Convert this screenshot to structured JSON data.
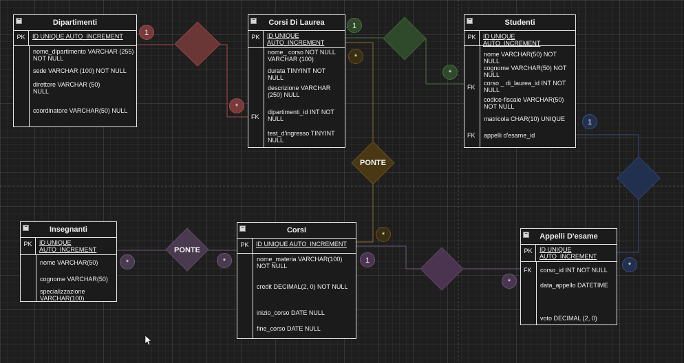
{
  "colors": {
    "background": "#1e1e1e",
    "entity_border": "#e6e6e6",
    "rel_dipartimenti": "#6b3636",
    "rel_studenti": "#2f4a2a",
    "rel_ponte_corsi_laurea": "#4a3814",
    "rel_appelli_studenti": "#22304f",
    "rel_insegnanti": "#4a3a50",
    "rel_corsi_appelli": "#4a3450"
  },
  "entities": {
    "dipartimenti": {
      "title": "Dipartimenti",
      "pk_label": "PK",
      "pk_field": "ID UNIQUE AUTO_INCREMENT",
      "fields": [
        "nome_dipartimento VARCHAR (255) NOT NULL",
        "sede  VARCHAR (100) NOT NULL",
        "direttore VARCHAR (50) NULL",
        "coordinatore VARCHAR(50)  NULL"
      ]
    },
    "corsi_laurea": {
      "title": "Corsi Di Laurea",
      "pk_label": "PK",
      "pk_field_1": "ID UNIQUE",
      "pk_field_2": "AUTO_INCREMENT",
      "fk_label": "FK",
      "fields": [
        "nome_ corso NOT NULL VARCHAR (100)",
        "durata TINYINT NOT NULL",
        "descrizione VARCHAR (250) NULL",
        "dipartimenti_id  INT  NOT NULL",
        "test_d'ingresso TINYINT NULL"
      ]
    },
    "studenti": {
      "title": "Studenti",
      "pk_label": "PK",
      "pk_field": "ID UNIQUE AUTO_INCREMENT",
      "fk_label_1": "FK",
      "fk_label_2": "FK",
      "fields": [
        "nome VARCHAR(50) NOT NULL",
        "cognome VARCHAR(50) NOT NULL",
        "corso _ di_laurea_id INT  NOT NULL",
        "codice-fiscale VARCHAR(50) NOT NULL",
        "matricola CHAR(10) UNIQUE",
        "appelli d'esame_id"
      ]
    },
    "insegnanti": {
      "title": "Insegnanti",
      "pk_label": "PK",
      "pk_field_1": "ID UNIQUE",
      "pk_field_2": "AUTO_INCREMENT",
      "fields": [
        "nome VARCHAR(50)",
        "cognome VARCHAR(50)",
        "specializzazione VARCHAR(100)"
      ]
    },
    "corsi": {
      "title": "Corsi",
      "pk_label": "PK",
      "pk_field": "ID UNIQUE AUTO_INCREMENT",
      "fields": [
        "nome_materia VARCHAR(100) NOT NULL",
        "credit  DECIMAL(2, 0)  NOT NULL",
        "inizio_corso DATE NULL",
        "fine_corso DATE NULL"
      ]
    },
    "appelli": {
      "title": "Appelli  D'esame",
      "pk_label": "PK",
      "pk_field_1": "ID UNIQUE",
      "pk_field_2": "AUTO_INCREMENT",
      "fk_label": "FK",
      "fields": [
        "corso_id  INT  NOT NULL",
        "data_appello DATETIME",
        "voto DECIMAL (2, 0)"
      ]
    }
  },
  "relationships": {
    "ponte_top": "PONTE",
    "ponte_bottom": "PONTE"
  },
  "cardinalities": {
    "dip_one": "1",
    "dip_many": "*",
    "laurea_one": "1",
    "laurea_many": "*",
    "studenti_many": "*",
    "corsi_many_top": "*",
    "appelli_one": "1",
    "appelli_many": "*",
    "ins_many": "*",
    "corsi_many_left": "*",
    "corsi_one": "1",
    "appelli_many_left": "*"
  },
  "icons": {
    "collapse": "minus-square-icon",
    "cursor": "mouse-pointer-icon"
  }
}
